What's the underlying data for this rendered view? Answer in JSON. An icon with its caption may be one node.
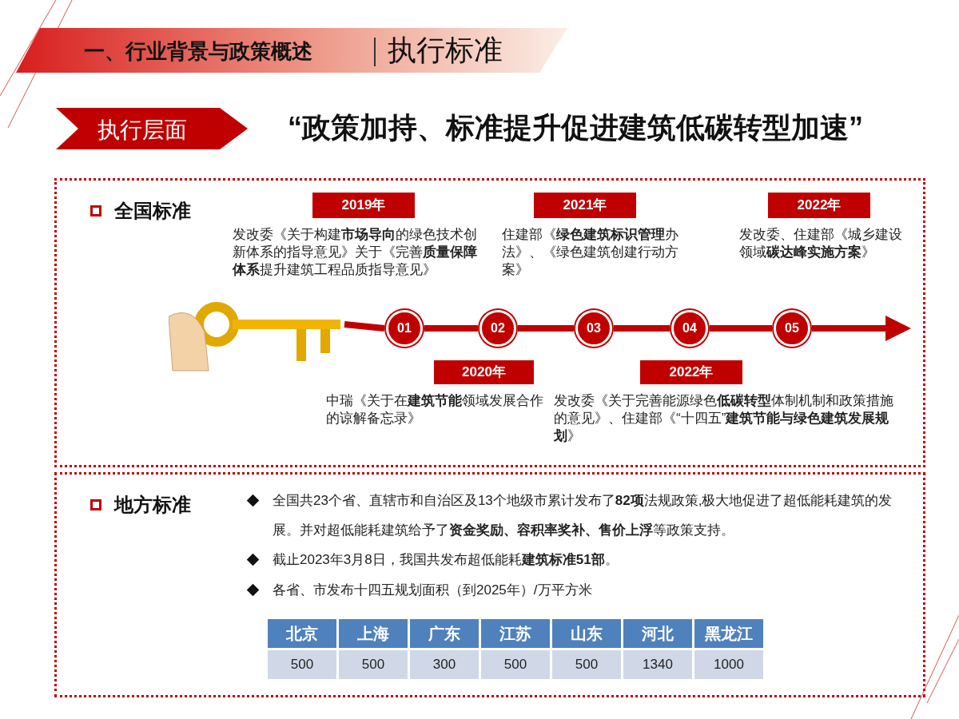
{
  "diagram": {
    "title": "“政策加持、标准提升促进建筑低碳转型加速”",
    "nodes": [
      {
        "text": [
          "一、行业背景与政策概述",
          "执行标准"
        ]
      },
      {
        "text": [
          "执行层面"
        ]
      },
      {
        "text": [
          "全国标准"
        ]
      },
      {
        "text": [],
        "shape": "picture",
        "in": 2
      },
      {
        "text": [
          "2019年"
        ],
        "in": 2,
        "beside": [
          "发改委《关于构建**市场导向**的绿色技术创新体系的指导意见》关于《完善**质量保障体系**提升建筑工程品质指导意见》"
        ]
      },
      {
        "text": [
          "2020年"
        ],
        "in": 2,
        "beside": [
          "中瑞《关于在**建筑节能**领域发展合作的谅解备忘录》"
        ]
      },
      {
        "text": [
          "2021年"
        ],
        "in": 2,
        "beside": [
          "住建部《**绿色建筑标识管理**办法》、《绿色建筑创建行动方案》"
        ]
      },
      {
        "text": [
          "2022年"
        ],
        "in": 2,
        "beside": [
          "发改委《关于完善能源绿色**低碳转型**体制机制和政策措施的意见》、住建部《“十四五”**建筑节能与绿色建筑发展规划**》"
        ]
      },
      {
        "text": [
          "2022年"
        ],
        "in": 2,
        "beside": [
          "发改委、住建部《城乡建设领域**碳达峰实施方案**》"
        ]
      },
      {
        "text": [
          "01"
        ],
        "in": 2
      },
      {
        "text": [
          "02"
        ],
        "in": 2
      },
      {
        "text": [
          "03"
        ],
        "in": 2
      },
      {
        "text": [
          "04"
        ],
        "in": 2
      },
      {
        "text": [
          "05"
        ],
        "in": 2
      },
      {
        "text": [
          "地方标准"
        ]
      }
    ],
    "edges": [
      {
        "from": 3,
        "to": 9,
        "arrow": "none"
      },
      {
        "from": 9,
        "to": 10,
        "arrow": "none"
      },
      {
        "from": 10,
        "to": 11,
        "arrow": "none"
      },
      {
        "from": 11,
        "to": 12,
        "arrow": "none"
      },
      {
        "from": 12,
        "to": 13,
        "arrow": "none"
      },
      {
        "from": 13,
        "to": null,
        "arrow": "to"
      }
    ],
    "labels": [
      "全国共23个省、直辖市和自治区及13个地级市累计发布了**82项**法规政策,极大地促进了超低能耗建筑的发展。并对超低能耗建筑给予了**资金奖励、容积率奖补、售价上浮**等政策支持。",
      "截止2023年3月8日，我国共发布超低能耗**建筑标准51部**。",
      "各省、市发布十四五规划面积（到2025年）/万平方米",
      "北京",
      "上海",
      "广东",
      "江苏",
      "山东",
      "河北",
      "黑龙江",
      "500",
      "500",
      "300",
      "500",
      "500",
      "1340",
      "1000"
    ]
  }
}
